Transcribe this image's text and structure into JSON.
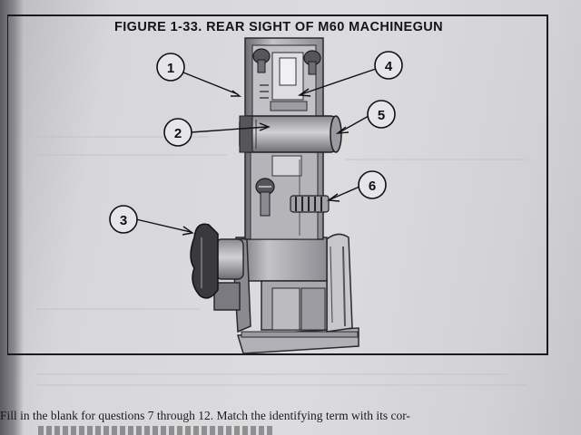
{
  "figure": {
    "title": "FIGURE 1-33. REAR SIGHT OF M60 MACHINEGUN",
    "callouts": [
      "1",
      "2",
      "3",
      "4",
      "5",
      "6"
    ]
  },
  "body_text": {
    "line1": "Fill in the blank for questions 7 through 12. Match the identifying term with its cor-"
  }
}
